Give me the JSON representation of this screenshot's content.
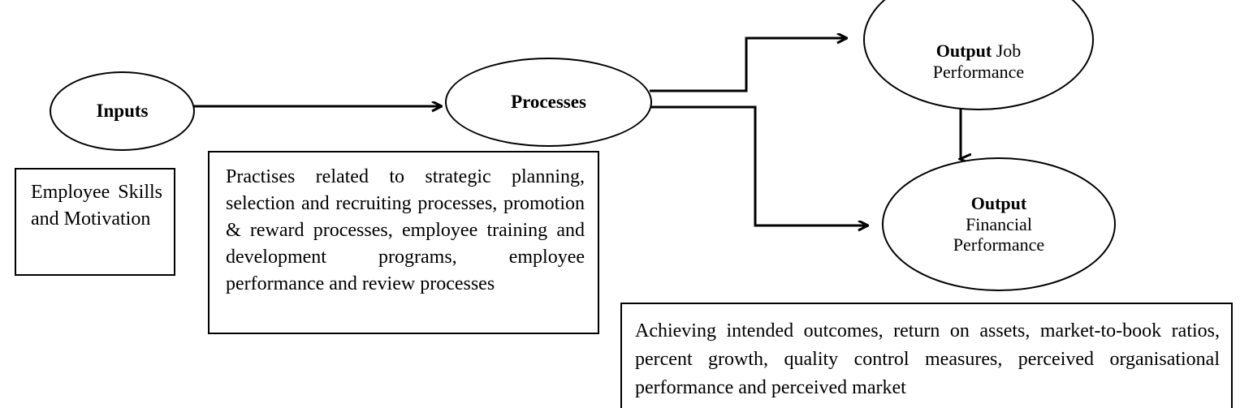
{
  "diagram": {
    "title": "Inputs-Processes-Outputs HR model",
    "stroke_color": "#000000",
    "background_color": "#ffffff",
    "nodes": {
      "inputs": {
        "label": "Inputs",
        "shape": "ellipse"
      },
      "processes": {
        "label": "Processes",
        "shape": "ellipse"
      },
      "output_job": {
        "shape": "ellipse",
        "label_bold": "Output",
        "label_rest": " Job",
        "label_line2": "Performance"
      },
      "output_financial": {
        "shape": "ellipse",
        "label_bold": "Output",
        "label_line2": "Financial",
        "label_line3": "Performance"
      }
    },
    "boxes": {
      "employee": {
        "text": "Employee Skills and Motivation"
      },
      "practises": {
        "text": "Practises related to strategic planning, selection and recruiting processes, promotion & reward processes, employee training and development programs, employee performance and review processes"
      },
      "achieving": {
        "text": "Achieving intended outcomes, return on assets, market-to-book ratios, percent growth, quality control measures, perceived organisational performance and perceived market"
      }
    },
    "connectors": [
      {
        "name": "inputs-to-processes",
        "from": "inputs",
        "to": "processes",
        "style": "straight-arrow"
      },
      {
        "name": "processes-to-output-job",
        "from": "processes",
        "to": "output_job",
        "style": "elbow-arrow-up"
      },
      {
        "name": "processes-to-output-financial",
        "from": "processes",
        "to": "output_financial",
        "style": "elbow-arrow-down"
      },
      {
        "name": "output-job-to-output-financial",
        "from": "output_job",
        "to": "output_financial",
        "style": "vertical-arrow"
      }
    ]
  }
}
